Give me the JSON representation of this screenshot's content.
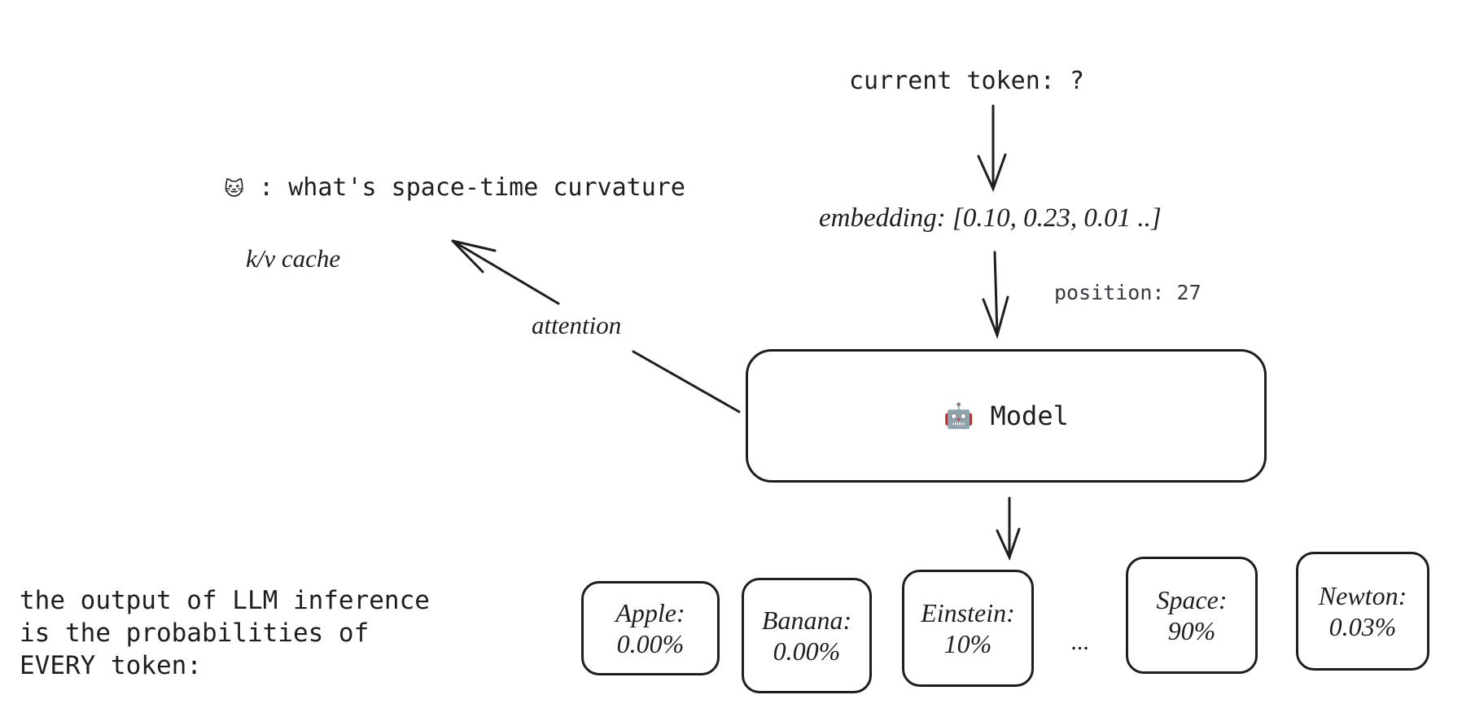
{
  "current_token": "current token: ?",
  "embedding": "embedding: [0.10, 0.23, 0.01 ..]",
  "position": "position: 27",
  "prompt": {
    "icon": "cat-face-emoji",
    "icon_glyph": "🐱",
    "separator": ":",
    "text": "what's space-time curvature"
  },
  "kv_cache": "k/v cache",
  "attention": "attention",
  "model": {
    "icon": "robot-emoji",
    "icon_glyph": "🤖",
    "label": "Model"
  },
  "output_note": {
    "line1": "the output of LLM inference",
    "line2": "is the probabilities of",
    "line3": "EVERY token:"
  },
  "tokens": [
    {
      "name": "Apple:",
      "prob": "0.00%"
    },
    {
      "name": "Banana:",
      "prob": "0.00%"
    },
    {
      "name": "Einstein:",
      "prob": "10%"
    },
    {
      "name": "Space:",
      "prob": "90%"
    },
    {
      "name": "Newton:",
      "prob": "0.03%"
    }
  ],
  "ellipsis": "..."
}
